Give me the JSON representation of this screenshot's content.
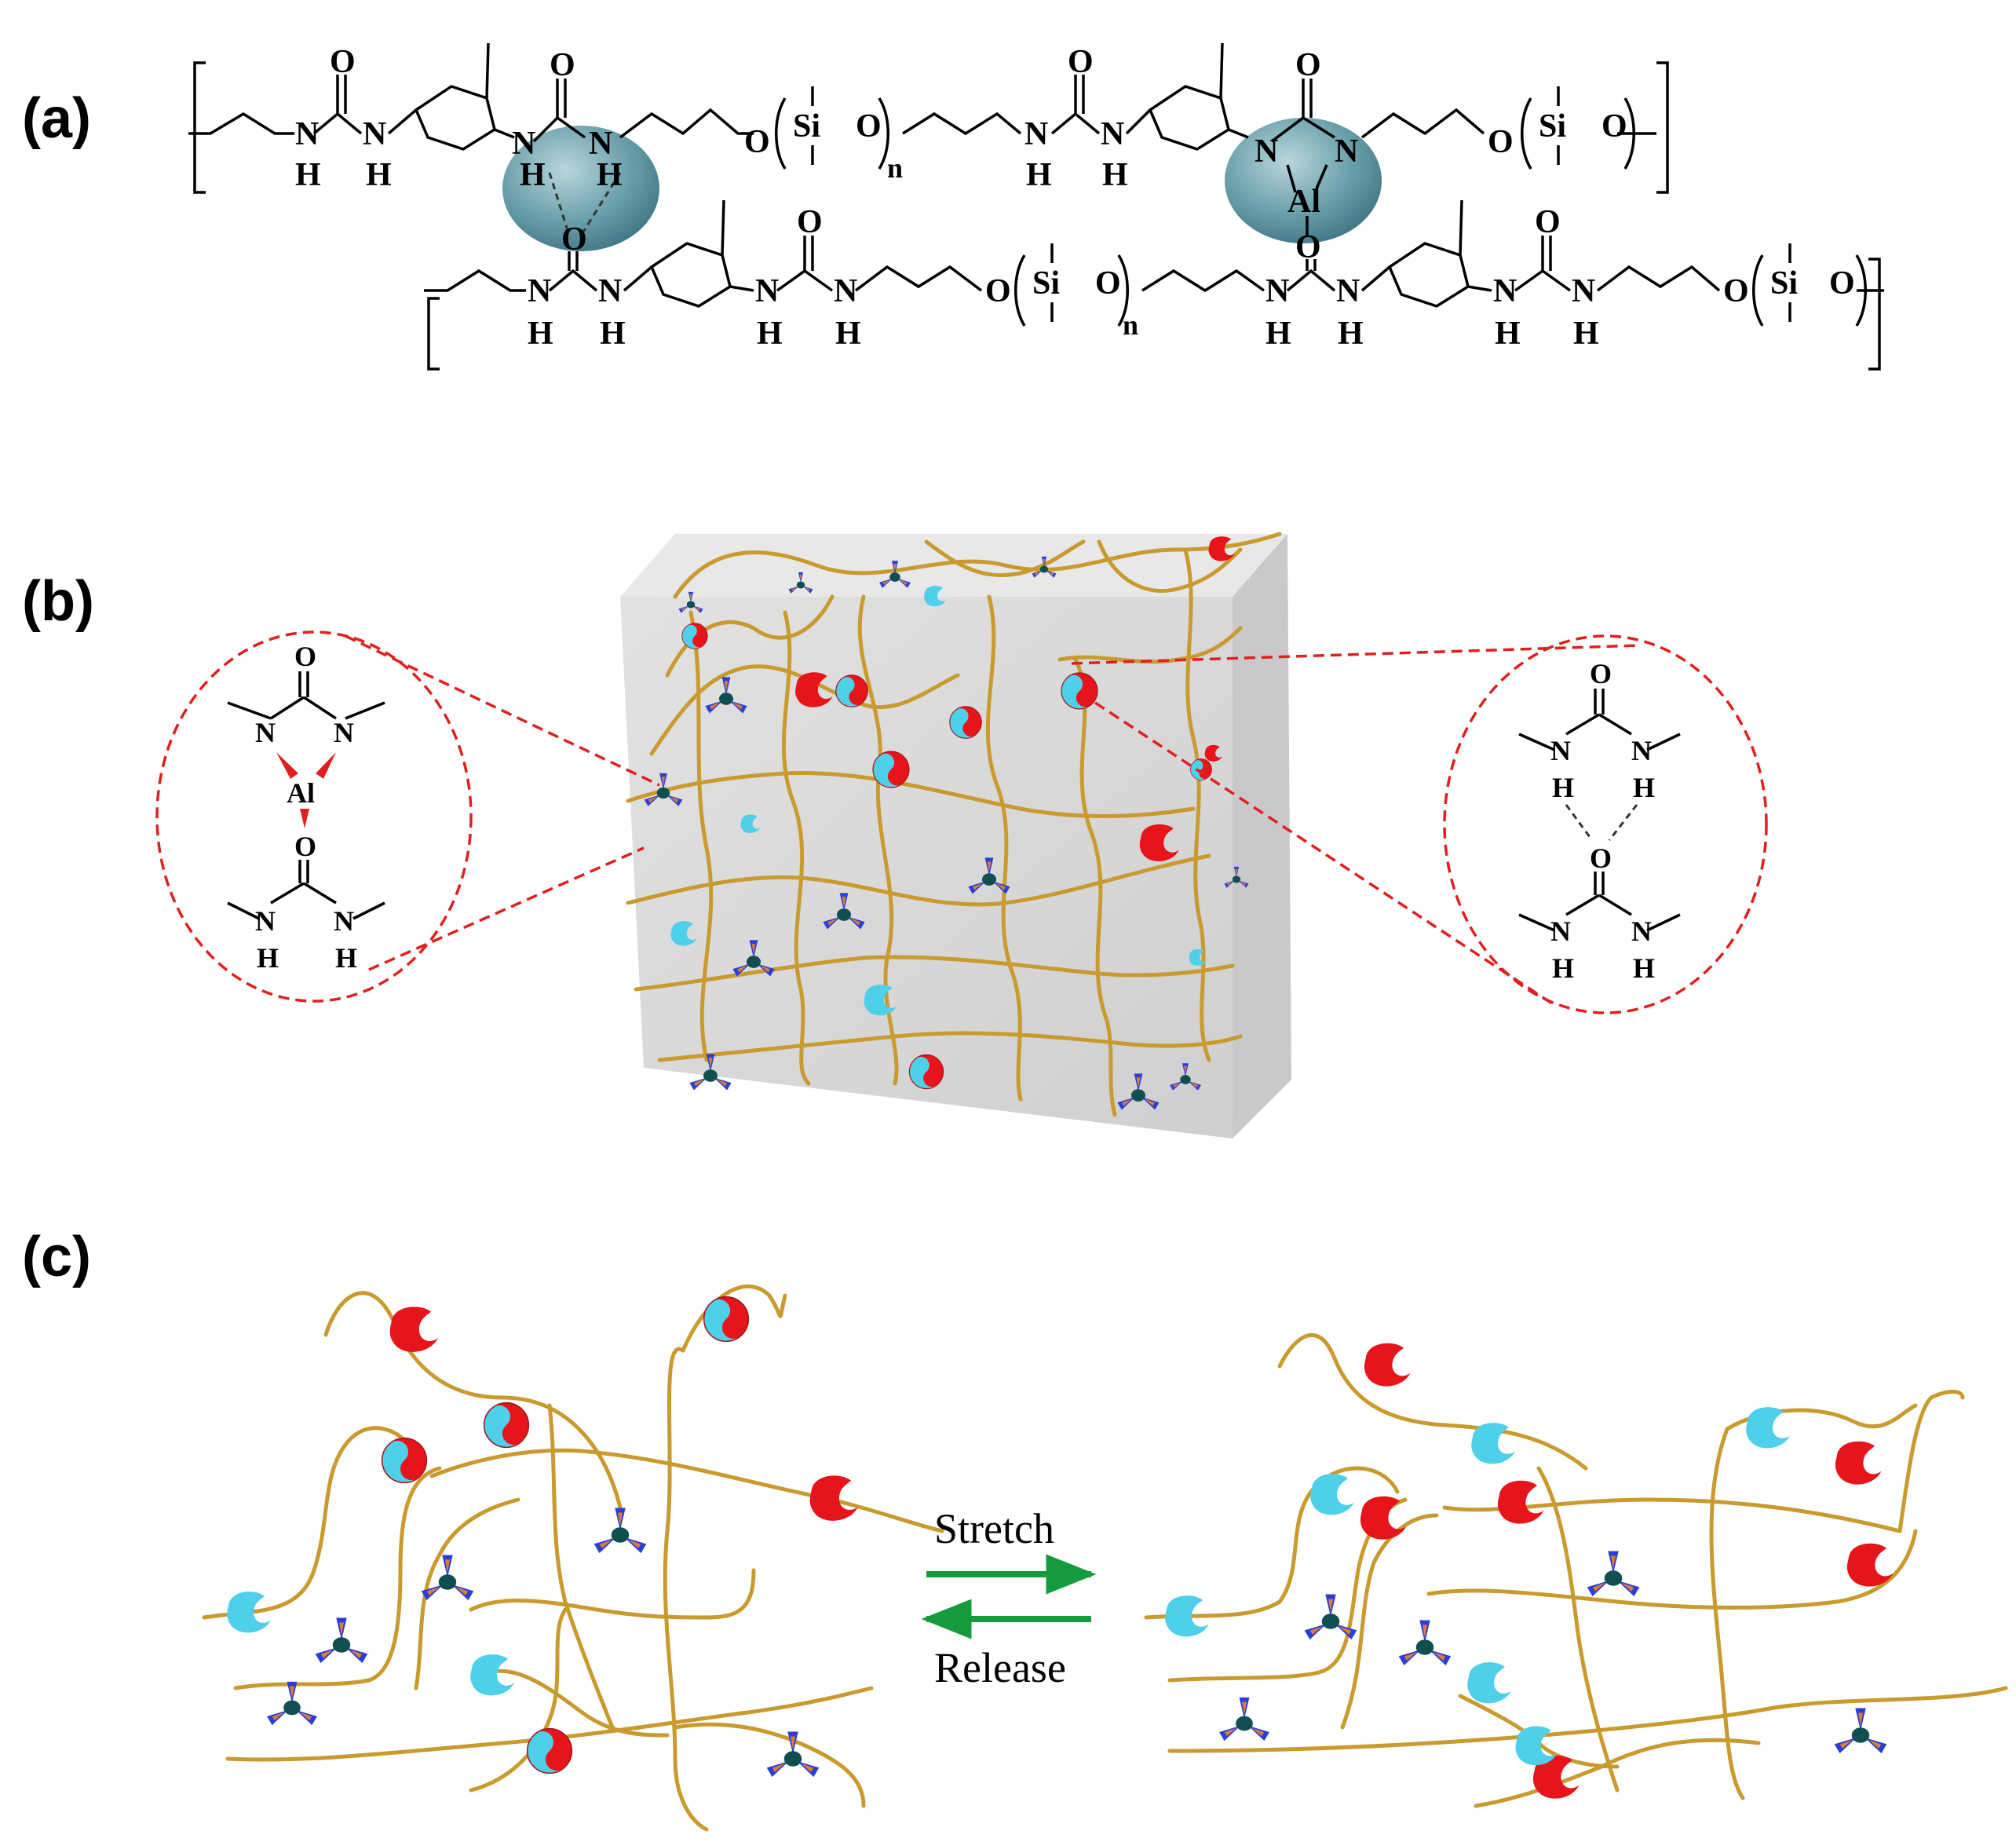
{
  "panels": {
    "a": "(a)",
    "b": "(b)",
    "c": "(c)"
  },
  "atoms": {
    "N": "N",
    "H": "H",
    "O": "O",
    "Al": "Al",
    "Si": "Si",
    "n": "n"
  },
  "arrows": {
    "forward": "Stretch",
    "reverse": "Release"
  },
  "colors": {
    "chain": "#c99a2e",
    "hbond_complex": "#5f9aa6",
    "metal_center": "#0f4f4f",
    "ligand_blue": "#2a3fd6",
    "ligand_orange": "#e07a3a",
    "red_half": "#e8141b",
    "cyan_half": "#4fd0ea",
    "arrow": "#149c3c",
    "cube": "#dcdcdc",
    "zoom_circle": "#e02020"
  },
  "icons": [
    "al-coordination-complex-icon",
    "hydrogen-bond-pair-icon",
    "drop-red-icon",
    "drop-cyan-icon"
  ]
}
